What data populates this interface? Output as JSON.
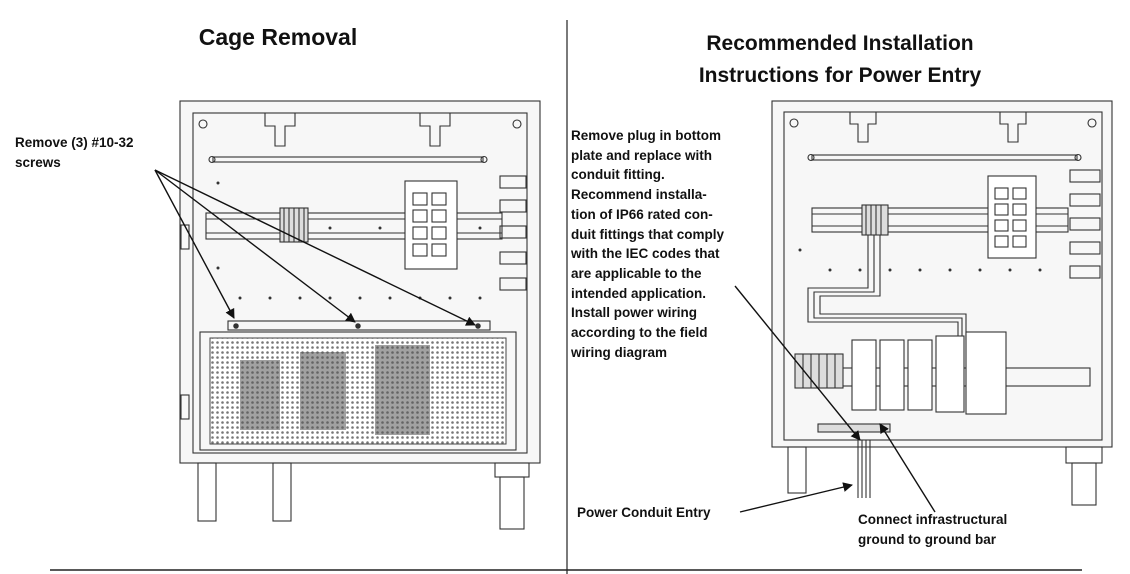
{
  "left_panel": {
    "title": "Cage Removal",
    "callout_line1": "Remove (3) #10-32",
    "callout_line2": "screws"
  },
  "right_panel": {
    "title_line1": "Recommended Installation",
    "title_line2": "Instructions for Power Entry",
    "instructions": [
      "Remove plug in bottom",
      "plate and replace with",
      "conduit fitting.",
      "Recommend installa-",
      "tion of IP66 rated con-",
      "duit fittings that comply",
      "with the IEC codes that",
      "are applicable to the",
      "intended application.",
      "Install power wiring",
      "according to the field",
      "wiring diagram"
    ],
    "power_conduit_label": "Power Conduit Entry",
    "ground_line1": "Connect infrastructural",
    "ground_line2": "ground to ground bar"
  },
  "colors": {
    "line": "#222222",
    "panel_fill": "#f7f7f7",
    "mesh": "#8a8a8a"
  }
}
